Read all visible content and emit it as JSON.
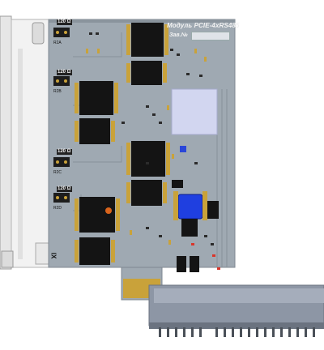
{
  "board": {
    "title": "Модуль PCIE-4xRS485",
    "serial_label": "Зав.№",
    "serial_value": "",
    "bracket_mark": "IX"
  },
  "jumpers": [
    {
      "label": "R2A",
      "tag": "120 Ω"
    },
    {
      "label": "R2B",
      "tag": "120 Ω"
    },
    {
      "label": "R2C",
      "tag": "120 Ω"
    },
    {
      "label": "R2D",
      "tag": "120 Ω"
    }
  ],
  "colors": {
    "pcb": "#9fa9b2",
    "pcb_edge": "#8a949d",
    "chip": "#141414",
    "gold": "#c9a23a",
    "bracket": "#f0f0f0",
    "connector": "#8d96a5",
    "blue_part": "#1f3fe0",
    "heatsink": "#d2d6f0"
  }
}
